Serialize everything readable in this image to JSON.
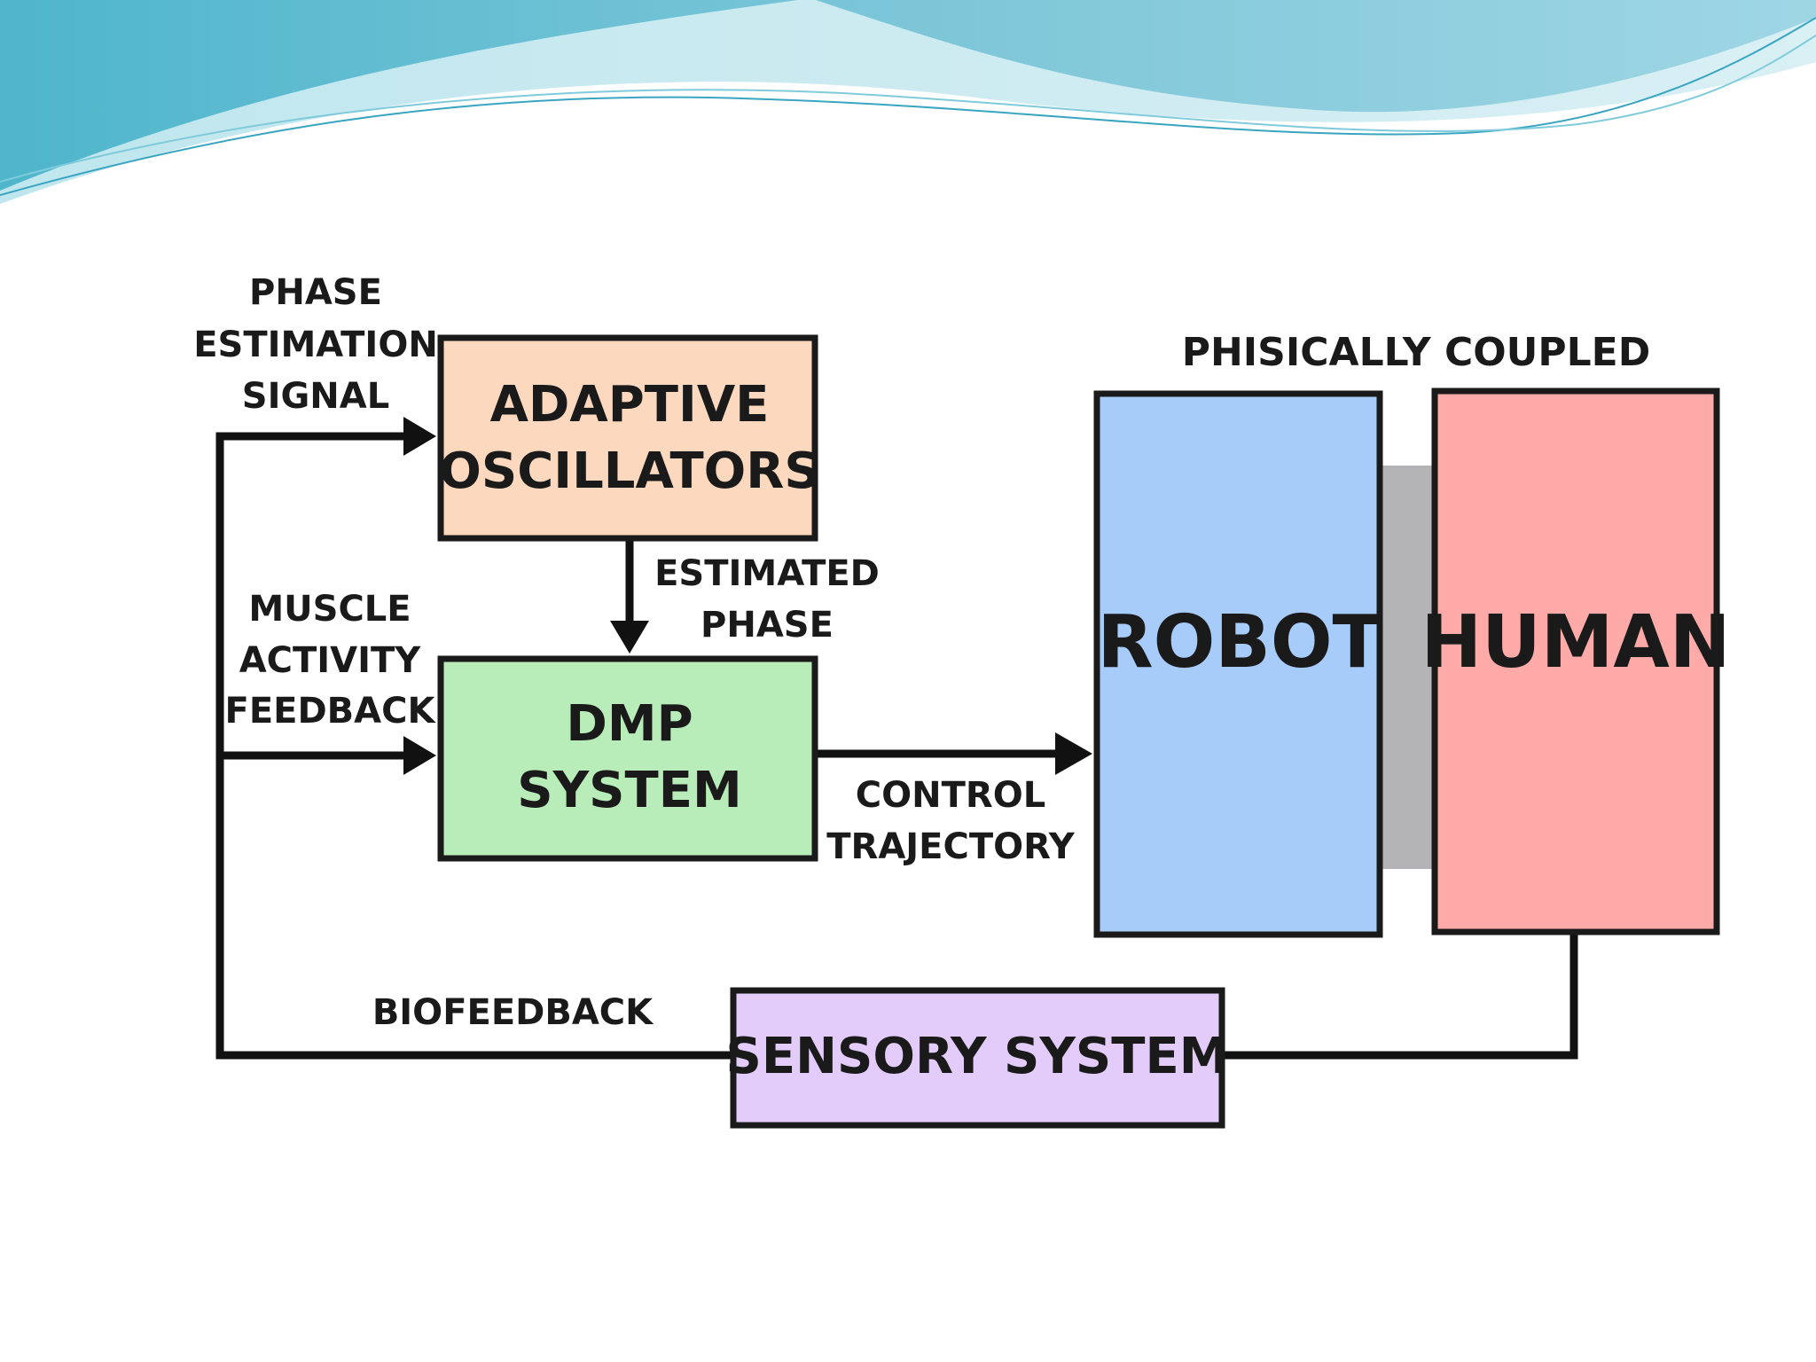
{
  "diagram": {
    "nodes": {
      "adaptive_oscillators": {
        "line1": "ADAPTIVE",
        "line2": "OSCILLATORS",
        "color": "#fcd9be"
      },
      "dmp_system": {
        "line1": "DMP",
        "line2": "SYSTEM",
        "color": "#b8ecb8"
      },
      "robot": {
        "label": "ROBOT",
        "color": "#a8ccfa"
      },
      "human": {
        "label": "HUMAN",
        "color": "#fdaaa8"
      },
      "sensory_system": {
        "label": "SENSORY SYSTEM",
        "color": "#e3ccfa"
      }
    },
    "labels": {
      "phase_estimation_signal": [
        "PHASE",
        "ESTIMATION",
        "SIGNAL"
      ],
      "estimated_phase": [
        "ESTIMATED",
        "PHASE"
      ],
      "muscle_activity_feedback": [
        "MUSCLE",
        "ACTIVITY",
        "FEEDBACK"
      ],
      "control_trajectory": [
        "CONTROL",
        "TRAJECTORY"
      ],
      "physically_coupled": "PHISICALLY COUPLED",
      "biofeedback": "BIOFEEDBACK"
    },
    "colors": {
      "coupling_bar": "#b4b4b6",
      "line": "#111111",
      "wave_dark": "#5fbcd0",
      "wave_light": "#a6dde8"
    }
  }
}
